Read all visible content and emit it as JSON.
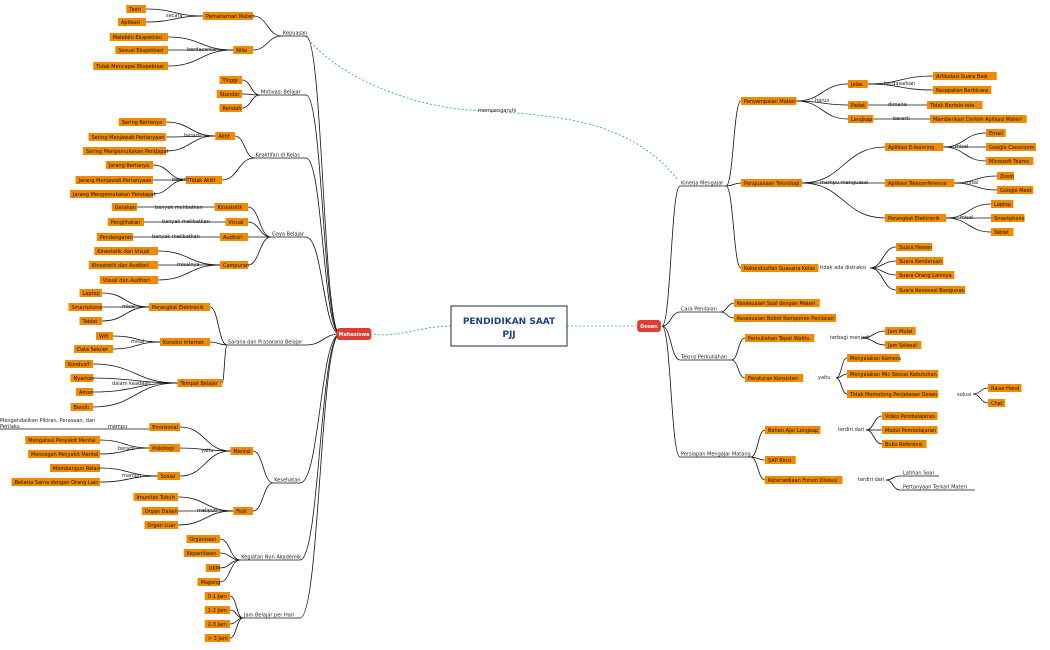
{
  "title": "PENDIDIKAN SAAT PJJ",
  "mahasiswa": {
    "label": "Mahasiswa",
    "kepuasan": {
      "label": "Kepuasan",
      "pemahaman": "Pemahaman Materi",
      "secara": "secara",
      "teori": "Teori",
      "aplikasi": "Aplikasi",
      "nilai": "Nilai",
      "berdasarkan": "berdasarkan",
      "nilai_items": [
        "Melebihi Ekspektasi",
        "Sesuai Ekspektasi",
        "Tidak Mencapai Ekspektasi"
      ]
    },
    "motivasi": {
      "label": "Motivasi Belajar",
      "items": [
        "Tinggi",
        "Standar",
        "Rendah"
      ]
    },
    "keaktifan": {
      "label": "Keaktifan di Kelas",
      "aktif": "Aktif",
      "berarti1": "berarti",
      "aktif_items": [
        "Sering Bertanya",
        "Sering Menjawab Pertanyaan",
        "Sering Mengemukakan Pendapat"
      ],
      "tidak_aktif": "Tidak Aktif",
      "berarti2": "berarti",
      "tidak_items": [
        "Jarang Bertanya",
        "Jarang Menjawab Pertanyaan",
        "Jarang Mengemukakan Pendapat"
      ]
    },
    "gaya": {
      "label": "Gaya Belajar",
      "kinestetik": "Kinestetik",
      "gerakan": "Gerakan",
      "e1": "banyak melibatkan",
      "visual": "Visual",
      "penglihatan": "Penglihatan",
      "e2": "banyak melibatkan",
      "auditori": "Auditori",
      "pendengaran": "Pendengaran",
      "e3": "banyak melibatkan",
      "campuran": "Campuran",
      "misalnya": "misalnya",
      "campuran_items": [
        "Kinestetik dan Visual",
        "Kinestetik dan Auditori",
        "Visual dan Auditori"
      ]
    },
    "sarana": {
      "label": "Sarana dan Prasarana Belajar",
      "perangkat": "Perangkat Elektronik",
      "misal1": "misal",
      "perangkat_items": [
        "Laptop",
        "Smartphone",
        "Tablet"
      ],
      "koneksi": "Koneksi Internet",
      "misal2": "misal",
      "koneksi_items": [
        "Wifi",
        "Data Seluler"
      ],
      "tempat": "Tempat Belajar",
      "dalam": "dalam keadaan",
      "tempat_items": [
        "Kondusif",
        "Nyaman",
        "Aman",
        "Bersih"
      ]
    },
    "kesehatan": {
      "label": "Kesehatan",
      "mental": "Mental",
      "yaitu": "yaitu",
      "emosional": "Emosional",
      "mampu1": "mampu",
      "emosional_item": [
        "Mengendalikan Pikiran, Perasaan, dan",
        "Perilaku"
      ],
      "psikologi": "Psikologi",
      "berarti": "berarti",
      "psikologi_items": [
        "Mengatasi Penyakit Mental",
        "Mencegah Penyakit Mental"
      ],
      "sosial": "Sosial",
      "mampu2": "mampu",
      "sosial_items": [
        "Membangun Relasi",
        "Bekerja Sama dengan Orang Lain"
      ],
      "fisik": "Fisik",
      "meliputi": "meliputi",
      "fisik_items": [
        "Imunitas Tubuh",
        "Organ Dalam",
        "Organ Luar"
      ]
    },
    "kegiatan": {
      "label": "Kegiatan Non Akademik",
      "items": [
        "Organisasi",
        "Kepanitiaan",
        "UKM",
        "Magang"
      ]
    },
    "jam": {
      "label": "Jam Belajar per Hari",
      "items": [
        "0-1 Jam",
        "1-2 Jam",
        "2-3 Jam",
        "> 3 Jam"
      ]
    }
  },
  "dosen": {
    "label": "Dosen",
    "kinerja": {
      "label": "Kinerja Mengajar",
      "penyampaian": "Penyampaian Materi",
      "harus": "harus",
      "jelas": "Jelas",
      "berdasarkan": "berdasarkan",
      "jelas_items": [
        "Artikulasi Suara Baik",
        "Kecepatan Berbicara"
      ],
      "padat": "Padat",
      "dimana": "dimana",
      "padat_item": "Tidak Bertele-tele",
      "lengkap": "Lengkap",
      "berarti": "berarti",
      "lengkap_item": "Memberikan Contoh Aplikasi Materi",
      "penguasaan": "Penguasaan Teknologi",
      "mampu": "mampu menguasai",
      "elearning": "Aplikasi E-learning",
      "misal1": "misal",
      "elearning_items": [
        "Email",
        "Google Classroom",
        "Microsoft Teams"
      ],
      "telecon": "Aplikasi Teleconference",
      "misal2": "misal",
      "telecon_items": [
        "Zoom",
        "Google Meet"
      ],
      "elektronik": "Perangkat Elektronik",
      "misal3": "misal",
      "elektronik_items": [
        "Laptop",
        "Smartphone",
        "Tablet"
      ],
      "kekondusifan": "Kekondusifan Suasana Kelas",
      "tidak_ada": "tidak ada distraksi",
      "kondusif_items": [
        "Suara Hewan",
        "Suara Kendaraan",
        "Suara Orang Lainnya",
        "Suara Renovasi Bangunan"
      ]
    },
    "cara": {
      "label": "Cara Penilaian",
      "items": [
        "Kesesuaian Soal dengan Materi",
        "Kesesuaian Bobot Komponen Penilaian"
      ]
    },
    "teknis": {
      "label": "Teknis Perkuliahan",
      "tepat": "Perkuliahan Tepat Waktu",
      "terbagi": "terbagi menjadi",
      "tepat_items": [
        "Jam Mulai",
        "Jam Selesai"
      ],
      "peraturan": "Peraturan Konsisten",
      "yaitu": "yaitu",
      "peraturan_items": [
        "Menyalakan Kamera",
        "Menyalakan Mic Sesuai Kebutuhan",
        "Tidak Memotong Penjelasan Dosen"
      ],
      "solusi": "solusi",
      "solusi_items": [
        "Raise Hand",
        "Chat"
      ]
    },
    "persiapan": {
      "label": "Persiapan Mengajar Matang",
      "bahan": "Bahan Ajar Lengkap",
      "terdiri1": "terdiri dari",
      "bahan_items": [
        "Video Pembelajaran",
        "Modul Pembelajaran",
        "Buku Referensi"
      ],
      "sap": "SAP Rinci",
      "forum": "Ketersediaan Forum Diskusi",
      "terdiri2": "terdiri dari",
      "forum_items": [
        "Latihan Soal",
        "Pertanyaan Terkait Materi"
      ]
    }
  },
  "relation_label": "mempengaruhi",
  "colors": {
    "branch": "#f08a00",
    "main_node": "#e03c31",
    "connector": "#2a9d8f"
  }
}
